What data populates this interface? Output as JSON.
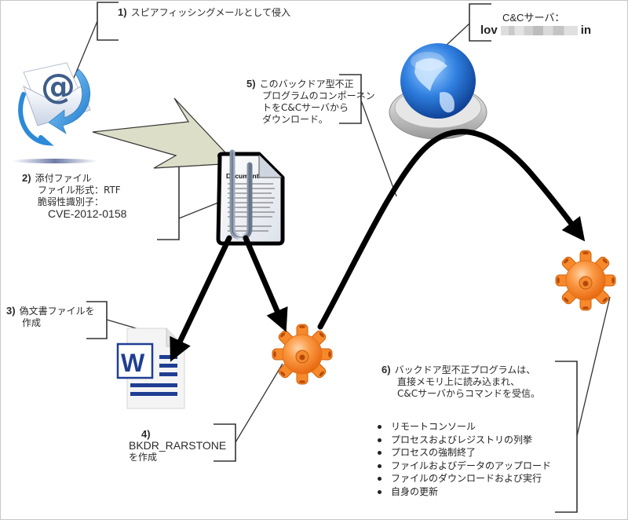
{
  "steps": {
    "step1": {
      "num": "1)",
      "text": "スピアフィッシングメールとして侵入"
    },
    "step2": {
      "num": "2)",
      "lines": [
        "添付ファイル",
        "ファイル形式：RTF",
        "脆弱性識別子：",
        "CVE-2012-0158"
      ]
    },
    "step3": {
      "num": "3)",
      "lines": [
        "偽文書ファイルを",
        "作成"
      ]
    },
    "step4": {
      "num": "4)",
      "lines": [
        "BKDR_RARSTONE",
        "を作成"
      ]
    },
    "step5": {
      "num": "5)",
      "lines": [
        "このバックドア型不正",
        "プログラムのコンポーネン",
        "トをC&Cサーバから",
        "ダウンロード。"
      ]
    },
    "step6": {
      "num": "6)",
      "lines": [
        "バックドア型不正プログラムは、",
        "直接メモリ上に読み込まれ、",
        "C&Cサーバからコマンドを受信。"
      ]
    }
  },
  "cc_server": {
    "title": "C&Cサーバ：",
    "host_prefix": "lov",
    "host_suffix": "in"
  },
  "capabilities": [
    "リモートコンソール",
    "プロセスおよびレジストリの列挙",
    "プロセスの強制終了",
    "ファイルおよびデータのアップロード",
    "ファイルのダウンロードおよび実行",
    "自身の更新"
  ],
  "icons": {
    "email": "email-at-icon",
    "document": "attached-document-icon",
    "word": "word-document-icon",
    "malware1": "malware-virus-icon",
    "malware2": "malware-virus-icon",
    "globe": "globe-server-icon"
  },
  "colors": {
    "malware": "#f7892b",
    "arrow_fill": "#dcdec8",
    "word_blue": "#1f3e93",
    "globe_blue": "#2266cc"
  },
  "document_icon_label": "Document",
  "word_icon_letter": "W"
}
